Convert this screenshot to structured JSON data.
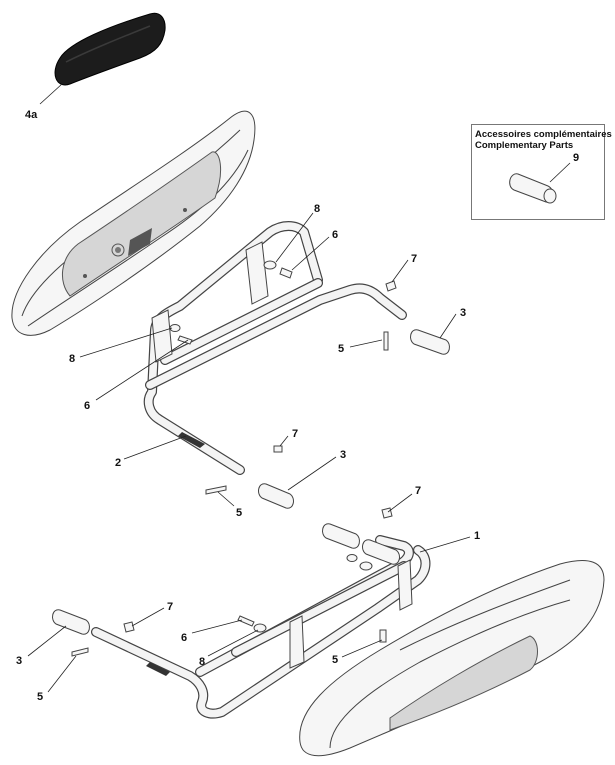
{
  "accessories_box": {
    "title_fr": "Accessoires complémentaires",
    "title_en": "Complementary Parts"
  },
  "callouts": {
    "c4a": "4a",
    "c8a": "8",
    "c6a": "6",
    "c7a": "7",
    "c3a": "3",
    "c5a": "5",
    "c8b": "8",
    "c6b": "6",
    "c2": "2",
    "c7b": "7",
    "c3b": "3",
    "c5b": "5",
    "c7c": "7",
    "c1": "1",
    "c7d": "7",
    "c6c": "6",
    "c8c": "8",
    "c5c": "5",
    "c3c": "3",
    "c5d": "5",
    "c9": "9"
  },
  "colors": {
    "pad_dark": "#1c1c1c",
    "pad_shade": "#d9d9d9",
    "outline": "#444444"
  }
}
